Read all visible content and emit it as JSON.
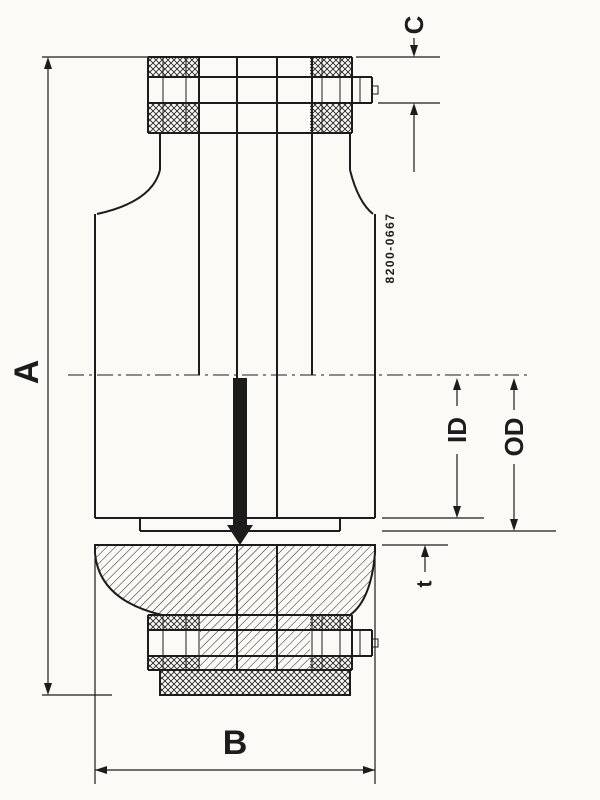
{
  "colors": {
    "ink": "#1c1c1c",
    "paper": "#fbfaf7"
  },
  "drawing": {
    "part_number": "8200-0667",
    "dimensions": {
      "overall_height": "A",
      "flange_diameter": "B",
      "bolt_height": "C",
      "inner_diameter": "ID",
      "outer_diameter": "OD",
      "gap_thickness": "t"
    }
  }
}
